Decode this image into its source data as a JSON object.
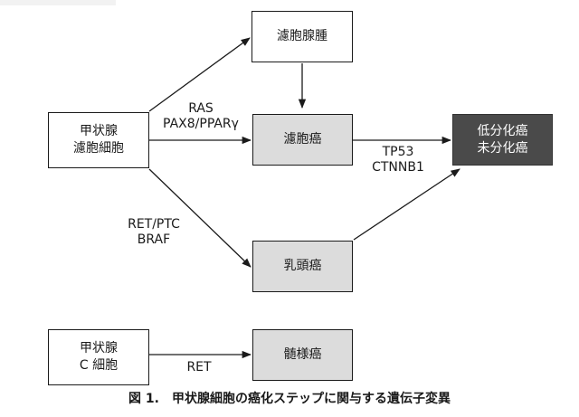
{
  "nodes": {
    "thyroid_follicular_cell": [
      "甲状腺",
      "濾胞細胞"
    ],
    "follicular_adenoma": [
      "濾胞腺腫"
    ],
    "follicular_carcinoma": [
      "濾胞癌"
    ],
    "papillary_carcinoma": [
      "乳頭癌"
    ],
    "anaplastic_carcinoma": [
      "低分化癌",
      "未分化癌"
    ],
    "thyroid_c_cell": [
      "甲状腺",
      "C 細胞"
    ],
    "medullary_carcinoma": [
      "髄様癌"
    ]
  },
  "edge_labels": {
    "ras_pax8": [
      "RAS",
      "PAX8/PPARγ"
    ],
    "ret_ptc_braf": [
      "RET/PTC",
      "BRAF"
    ],
    "tp53_ctnnb1": [
      "TP53",
      "CTNNB1"
    ],
    "ret": [
      "RET"
    ]
  },
  "caption": "図 1.　甲状腺細胞の癌化ステップに関与する遺伝子変異",
  "colors": {
    "stroke": "#1a1a1a",
    "gray_fill": "#dcdcdc",
    "dark_fill": "#4a4a4a"
  }
}
